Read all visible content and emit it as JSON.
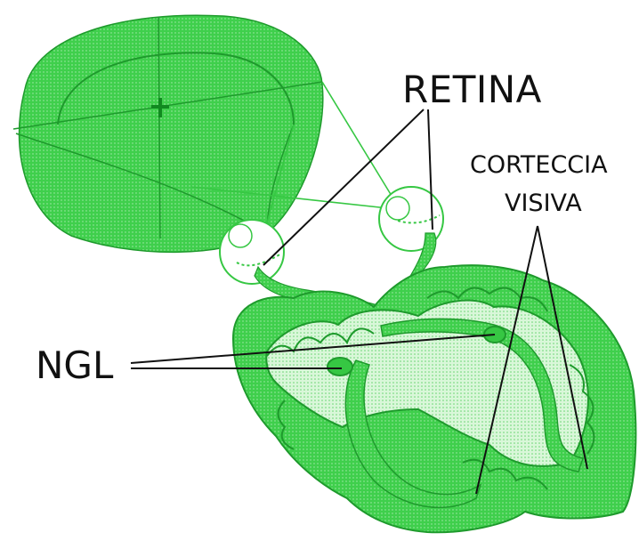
{
  "labels": {
    "retina": "RETINA",
    "cortex_line1": "CORTECCIA",
    "cortex_line2": "VISIVA",
    "ngl": "NGL"
  },
  "colors": {
    "green_fill": "#36c743",
    "green_light": "#bff1c0",
    "green_dark": "#1e9a2c",
    "line": "#111111"
  }
}
